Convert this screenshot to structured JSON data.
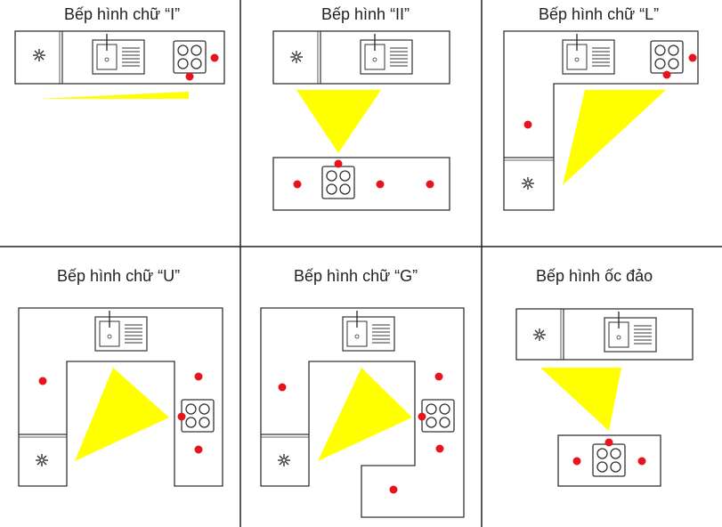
{
  "panels": [
    {
      "id": "i",
      "title": "Bếp hình chữ “I”"
    },
    {
      "id": "ii",
      "title": "Bếp hình “II”"
    },
    {
      "id": "l",
      "title": "Bếp hình chữ “L”"
    },
    {
      "id": "u",
      "title": "Bếp hình chữ “U”"
    },
    {
      "id": "g",
      "title": "Bếp hình chữ “G”"
    },
    {
      "id": "island",
      "title": "Bếp hình ốc đảo"
    }
  ],
  "colors": {
    "work_triangle": "#ffff00",
    "work_point": "#e8141c",
    "counter_stroke": "#333333",
    "divider": "#222222",
    "background": "#ffffff"
  },
  "icons": [
    "fridge-icon",
    "sink-icon",
    "stove-icon"
  ]
}
